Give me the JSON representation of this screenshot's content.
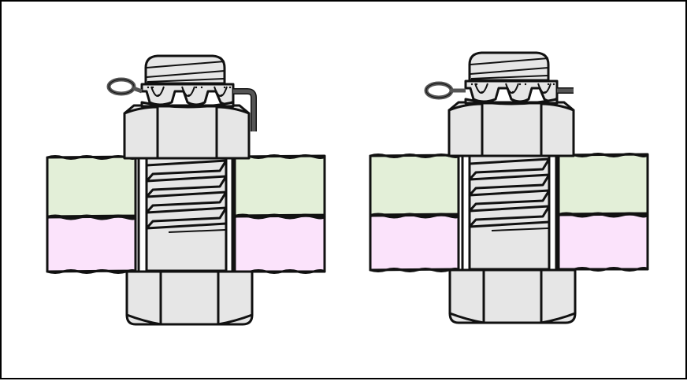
{
  "figure": {
    "assemblies": [
      {
        "id": "left",
        "pin_style": "bent-over",
        "description_visible": false
      },
      {
        "id": "right",
        "pin_style": "straight",
        "description_visible": false
      }
    ],
    "colors": {
      "metal": "#e6e6e6",
      "metal_shade": "#d2d2d2",
      "upper_plate": "#e3efd8",
      "lower_plate": "#fbe3fb",
      "pin": "#555555",
      "outline": "#111111"
    }
  }
}
